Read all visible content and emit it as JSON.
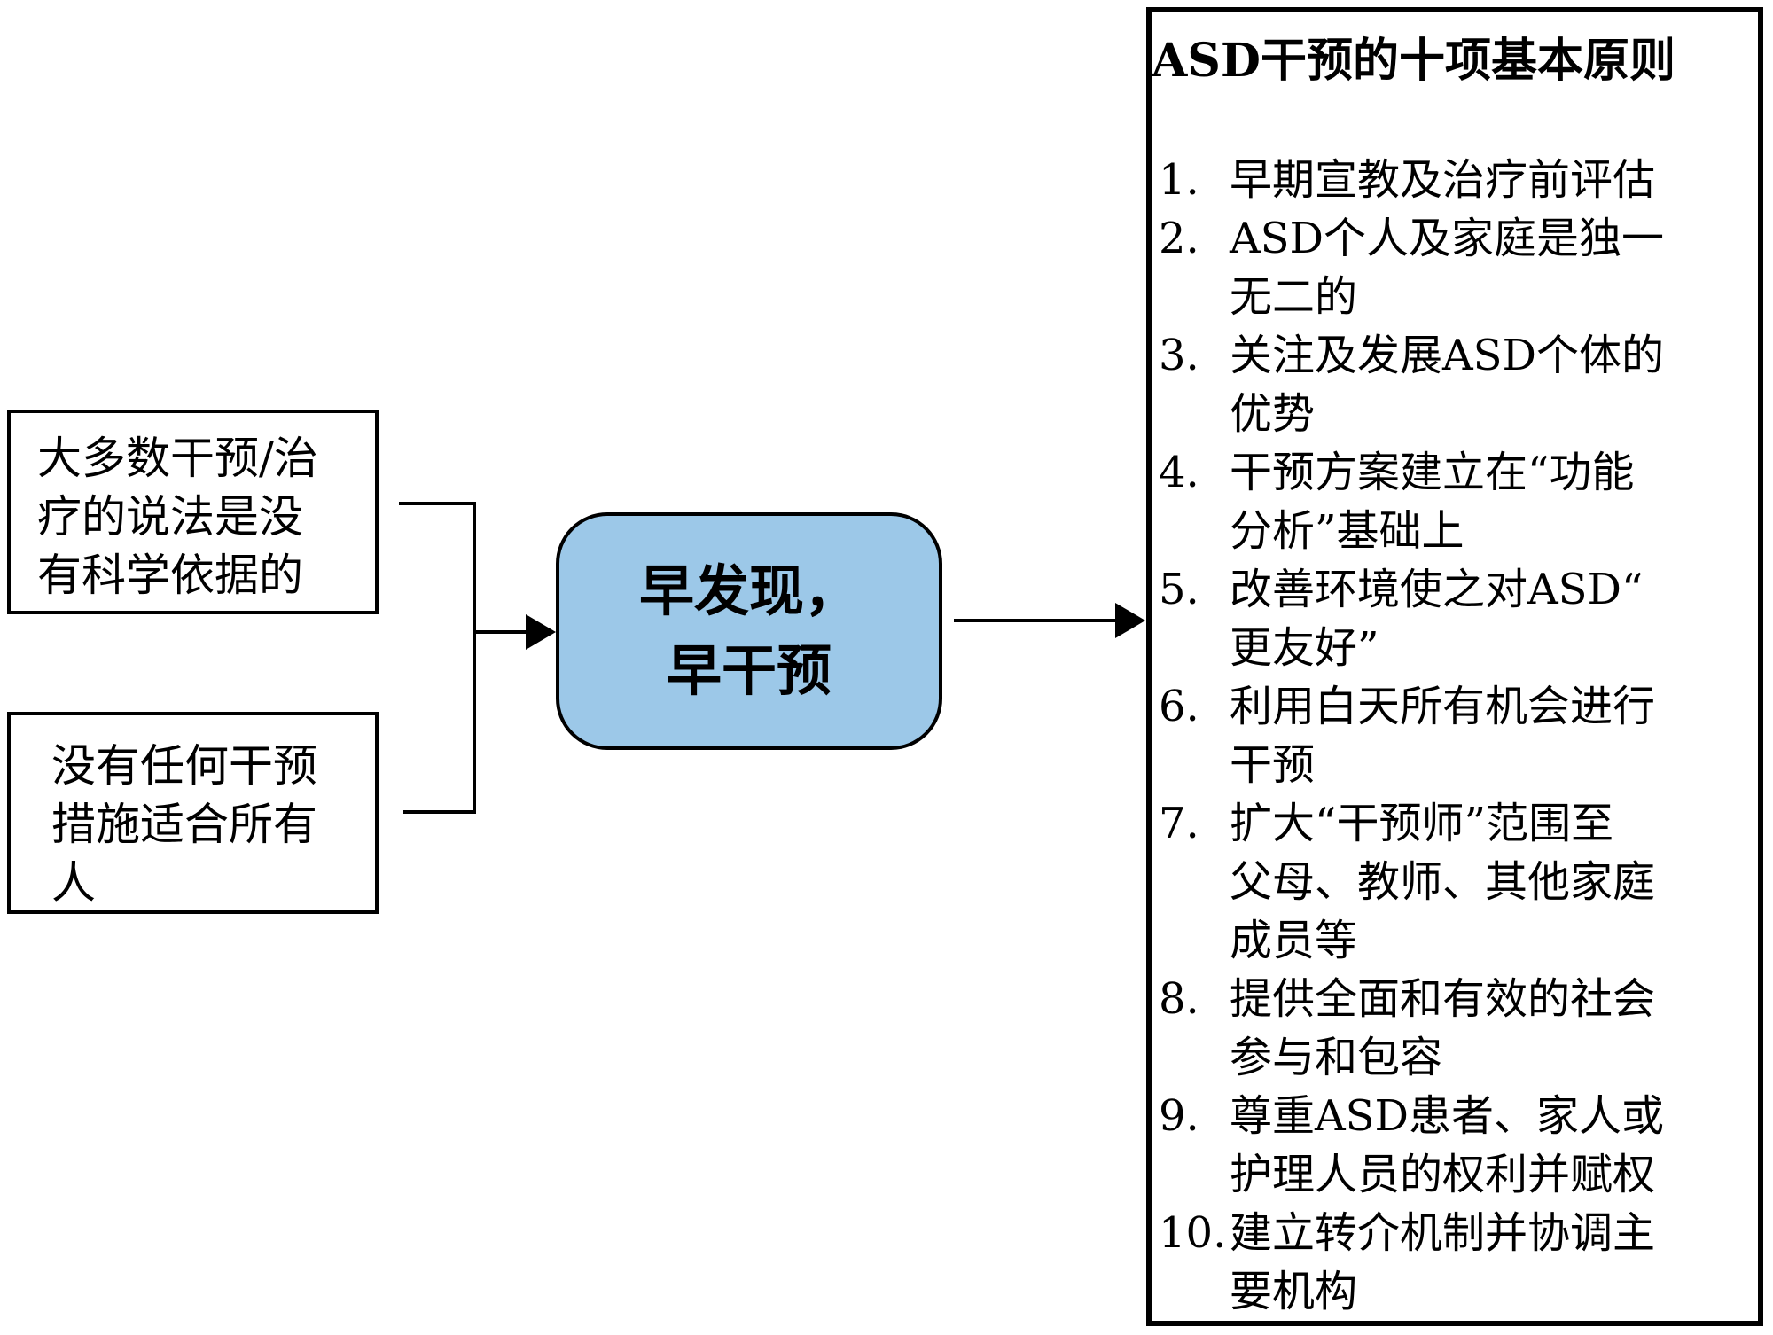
{
  "colors": {
    "background": "#FFFFFF",
    "ink": "#000000",
    "center_box_fill": "#9CC8E8"
  },
  "left_boxes": [
    {
      "lines": [
        "大多数干预/治",
        "疗的说法是没",
        "有科学依据的"
      ]
    },
    {
      "lines": [
        "没有任何干预",
        "措施适合所有",
        "人"
      ]
    }
  ],
  "center_box": {
    "lines": [
      "早发现，",
      "早干预"
    ]
  },
  "right_panel": {
    "title": "ASD干预的十项基本原则",
    "items": [
      {
        "num": "1.",
        "lines": [
          "早期宣教及治疗前评估"
        ]
      },
      {
        "num": "2.",
        "lines": [
          "ASD个人及家庭是独一",
          "无二的"
        ]
      },
      {
        "num": "3.",
        "lines": [
          "关注及发展ASD个体的",
          "优势"
        ]
      },
      {
        "num": "4.",
        "lines": [
          "干预方案建立在“功能",
          "分析”基础上"
        ]
      },
      {
        "num": "5.",
        "lines": [
          "改善环境使之对ASD“",
          "更友好”"
        ]
      },
      {
        "num": "6.",
        "lines": [
          "利用白天所有机会进行",
          "干预"
        ]
      },
      {
        "num": "7.",
        "lines": [
          "扩大“干预师”范围至",
          "父母、教师、其他家庭",
          "成员等"
        ]
      },
      {
        "num": "8.",
        "lines": [
          "提供全面和有效的社会",
          "参与和包容"
        ]
      },
      {
        "num": "9.",
        "lines": [
          "尊重ASD患者、家人或",
          "护理人员的权利并赋权"
        ]
      },
      {
        "num": "10.",
        "lines": [
          "建立转介机制并协调主",
          "要机构"
        ]
      }
    ]
  }
}
